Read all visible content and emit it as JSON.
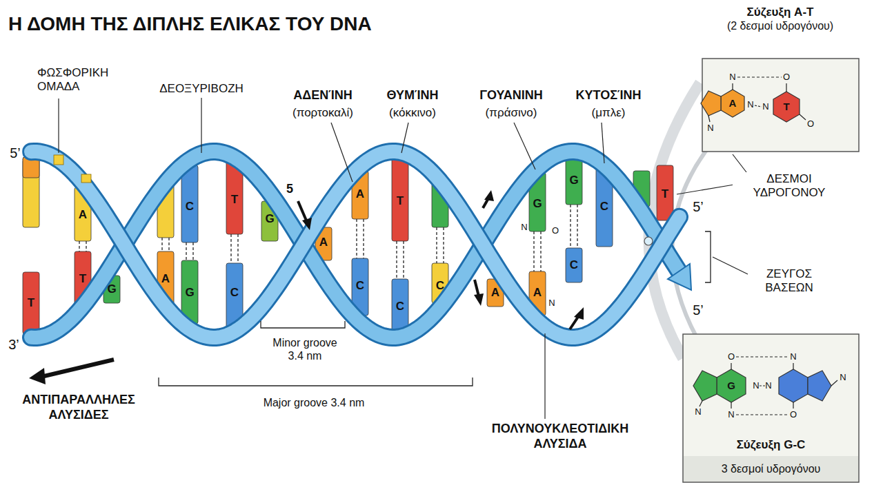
{
  "diagram": {
    "title": "Η ΔΟΜΗ ΤΗΣ ΔΙΠΛΗΣ ΕΛΙΚΑΣ ΤΟΥ DNA",
    "nodes": [
      {
        "text": [
          "Σύζευξη A-T",
          "(2 δεσμοί υδρογόνου)"
        ]
      },
      {
        "text": [
          "Σύζευξη G-C",
          "3 δεσμοί υδρογόνου"
        ]
      }
    ],
    "labels": [
      "ΦΩΣΦΟΡΙΚΗ ΟΜΑΔΑ",
      "ΔΕΟΞΥΡΙΒΟΖΗ",
      "ΑΔΕΝΊΝΗ",
      "(πορτοκαλί)",
      "ΘΥΜΊΝΗ",
      "(κόκκινο)",
      "ΓΟΥΑΝΙΝΗ",
      "(πράσινο)",
      "ΚΥΤΟΣΊΝΗ",
      "(μπλε)",
      "5’",
      "5",
      "5’",
      "ΔΕΣΜΟΙ ΥΔΡΟΓΟΝΟΥ",
      "ΖΕΥΓΟΣ ΒΑΣΕΩΝ",
      "5’",
      "3’",
      "Minor groove 3.4 nm",
      "Major groove 3.4 nm",
      "ΑΝΤΙΠΑΡΑΛΛΗΛΕΣ ΑΛΥΣΙΔΕΣ",
      "ΠΟΛΥΝΟΥΚΛΕΟΤΙΔΙΚΗ ΑΛΥΣΙΔΑ",
      "T",
      "A",
      "T",
      "G",
      "A",
      "C",
      "G",
      "T",
      "C",
      "G",
      "A",
      "A",
      "C",
      "T",
      "C",
      "C",
      "A",
      "G",
      "A",
      "G",
      "C",
      "C",
      "T",
      "N",
      "O",
      "N",
      "A",
      "T",
      "N",
      "O",
      "N",
      "N",
      "O",
      "N",
      "G",
      "O",
      "N",
      "N",
      "N",
      "N",
      "O",
      "N",
      "N"
    ]
  }
}
